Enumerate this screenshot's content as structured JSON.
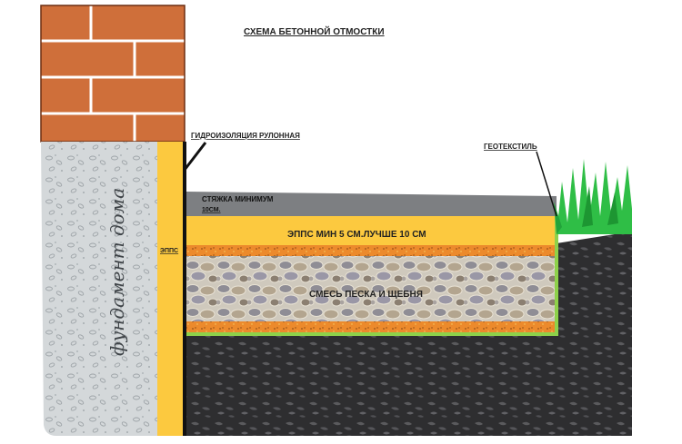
{
  "title": "СХЕМА БЕТОННОЙ ОТМОСТКИ",
  "labels": {
    "waterproofing": "ГИДРОИЗОЛЯЦИЯ РУЛОННАЯ",
    "geotextile": "ГЕОТЕКСТИЛЬ",
    "screed_line1": "СТЯЖКА МИНИМУМ",
    "screed_line2": "10СМ.",
    "epps_layer": "ЭППС МИН 5 СМ.ЛУЧШЕ 10 СМ",
    "epps_vertical": "ЭППС",
    "gravel_mix": "СМЕСЬ ПЕСКА И ЩЕБНЯ",
    "foundation": "фундамент дома"
  },
  "colors": {
    "brick": "#cf6f3a",
    "brick_mortar": "#ffffff",
    "foundation": "#cfd4d6",
    "epps": "#fcc93f",
    "screed": "#7d7f82",
    "soil": "#2e2e30",
    "sand": "#e8802a",
    "gravel": "#a7a29a",
    "geotextile": "#8ed14a",
    "grass": "#2fbe46",
    "waterproofing": "#111111"
  }
}
